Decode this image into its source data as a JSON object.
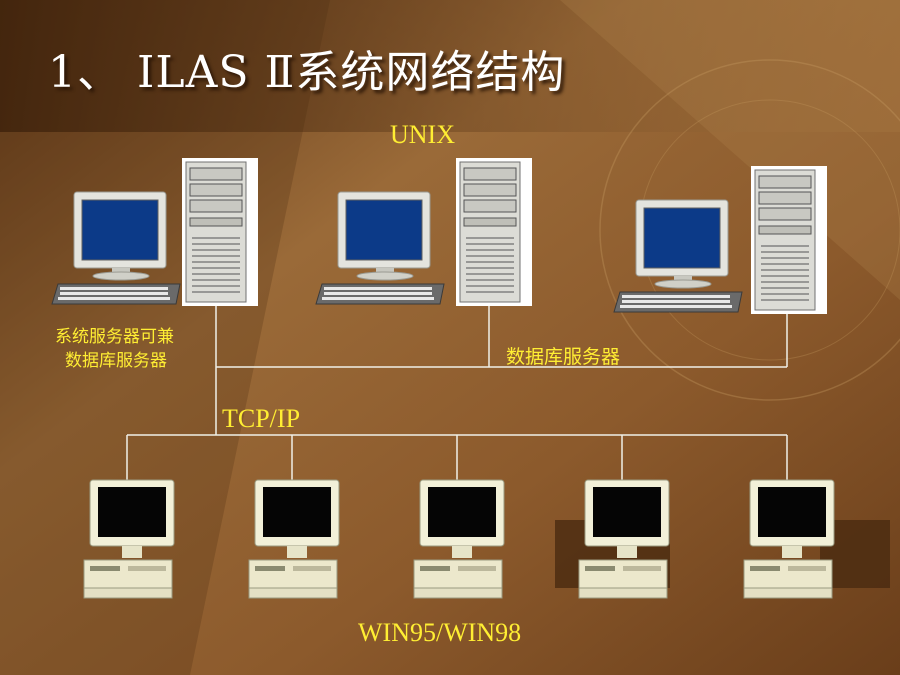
{
  "slide": {
    "title": "1、 ILAS Ⅱ系统网络结构"
  },
  "labels": {
    "unix": "UNIX",
    "system_server": "系统服务器可兼",
    "system_server_line2": "数据库服务器",
    "db_server": "数据库服务器",
    "tcpip": "TCP/IP",
    "clients": "WIN95/WIN98"
  },
  "colors": {
    "label": "#ffee33",
    "title": "#ffffff",
    "background": "#8a5a2e",
    "line": "#f0f0e8"
  }
}
